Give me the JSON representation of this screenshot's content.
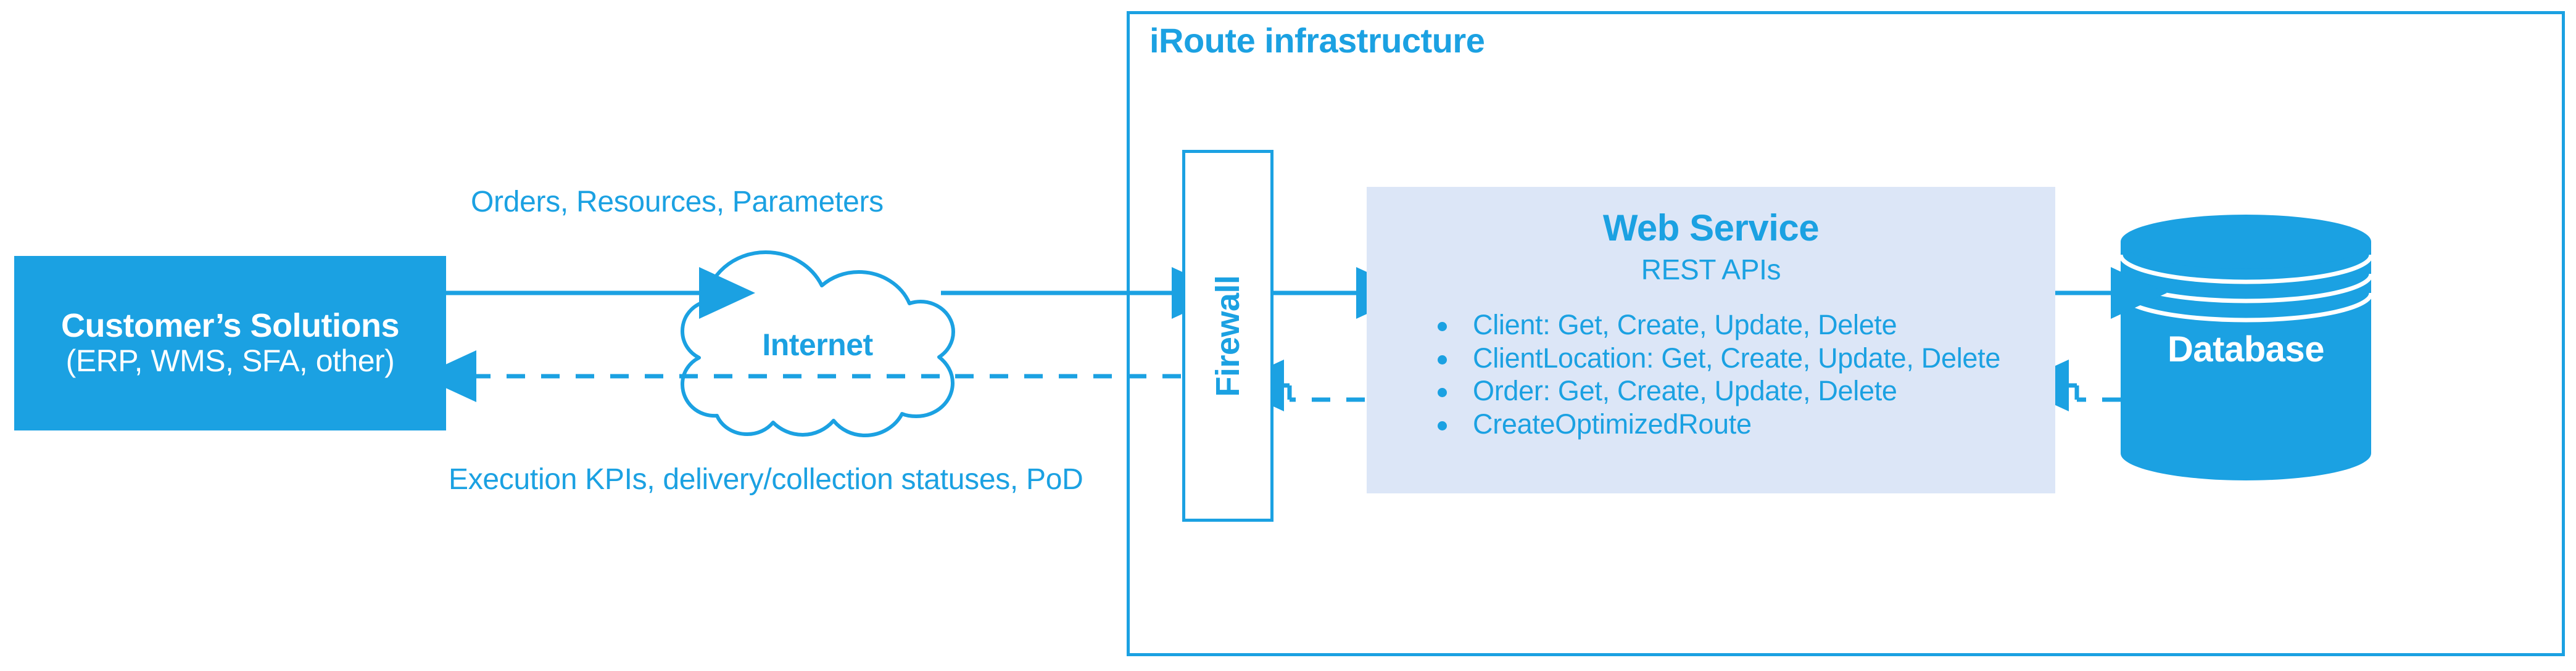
{
  "colors": {
    "primary_blue": "#1ba1e2",
    "panel_fill": "#dce6f7",
    "white": "#ffffff"
  },
  "container": {
    "title": "iRoute infrastructure"
  },
  "customer": {
    "title": "Customer’s Solutions",
    "subtitle": "(ERP, WMS, SFA, other)"
  },
  "network": {
    "cloud_label": "Internet"
  },
  "flows": {
    "upstream_label": "Orders, Resources, Parameters",
    "downstream_label": "Execution KPIs, delivery/collection statuses, PoD"
  },
  "firewall": {
    "label": "Firewall"
  },
  "web_service": {
    "title": "Web Service",
    "subtitle": "REST APIs",
    "apis": [
      "Client: Get, Create, Update, Delete",
      "ClientLocation: Get, Create, Update, Delete",
      "Order: Get, Create, Update, Delete",
      "CreateOptimizedRoute"
    ]
  },
  "database": {
    "label": "Database"
  }
}
